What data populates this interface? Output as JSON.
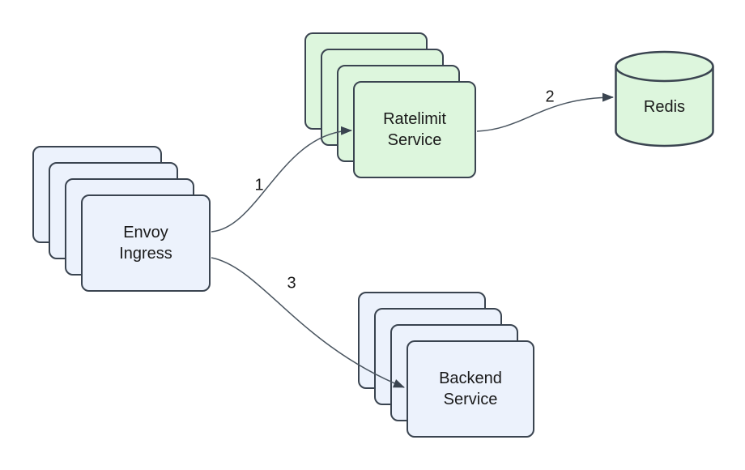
{
  "colors": {
    "background": "#ffffff",
    "blue_fill": "#ecf2fc",
    "green_fill": "#ddf6dd",
    "stroke": "#3a4450",
    "edge": "#4a5560",
    "text": "#1a1a1a"
  },
  "nodes": {
    "envoy": {
      "line1": "Envoy",
      "line2": "Ingress"
    },
    "ratelimit": {
      "line1": "Ratelimit",
      "line2": "Service"
    },
    "backend": {
      "line1": "Backend",
      "line2": "Service"
    },
    "redis": {
      "label": "Redis"
    }
  },
  "edges": {
    "envoy_to_ratelimit": {
      "label": "1"
    },
    "ratelimit_to_redis": {
      "label": "2"
    },
    "envoy_to_backend": {
      "label": "3"
    }
  }
}
